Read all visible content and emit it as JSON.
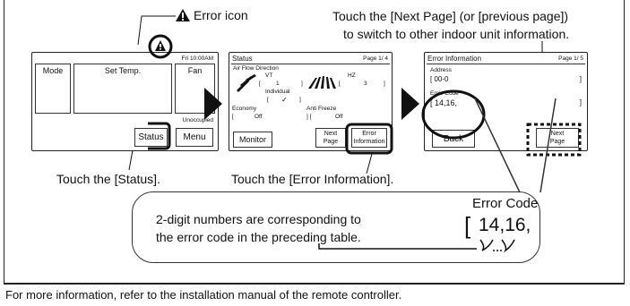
{
  "header": {
    "error_icon_label": "Error icon",
    "next_page_hint_line1": "Touch the [Next Page] (or [previous page])",
    "next_page_hint_line2": "to switch to other indoor unit information."
  },
  "screen1": {
    "time": "Fri 10:00AM",
    "mode_label": "Mode",
    "set_temp_label": "Set Temp.",
    "fan_label": "Fan",
    "unoccupied_label": "Unoccupied",
    "status_button": "Status",
    "menu_button": "Menu",
    "caption": "Touch the [Status]."
  },
  "screen2": {
    "title": "Status",
    "page": "Page  1/ 4",
    "air_flow_direction": "Air Flow Direction",
    "vt_label": "VT",
    "hz_label": "HZ",
    "vt_value": "1",
    "hz_value": "3",
    "individual_label": "Individual",
    "individual_value": "✓",
    "economy_label": "Economy",
    "economy_value": "Off",
    "anti_freeze_label": "Anti Freeze",
    "anti_freeze_value": "Off",
    "monitor_button": "Monitor",
    "next_page_button_line1": "Next",
    "next_page_button_line2": "Page",
    "error_info_button_line1": "Error",
    "error_info_button_line2": "Information",
    "caption": "Touch the [Error Information]."
  },
  "screen3": {
    "title": "Error Information",
    "page": "Page  1/ 5",
    "address_label": "Address",
    "address_value": "[ 00-0",
    "error_code_label": "Error Code",
    "error_code_value": "[ 14,16,",
    "back_button": "Back",
    "next_page_button_line1": "Next",
    "next_page_button_line2": "Page"
  },
  "callout": {
    "line1": "2-digit numbers are corresponding to",
    "line2": "the error code in the preceding table.",
    "error_code_title": "Error Code",
    "error_code_bracket": "[",
    "error_code_value": "14,16,"
  },
  "footer": {
    "text": "For more information, refer to the installation manual of the remote controller."
  },
  "colors": {
    "ink": "#111111",
    "icon_fill": "#111111"
  }
}
